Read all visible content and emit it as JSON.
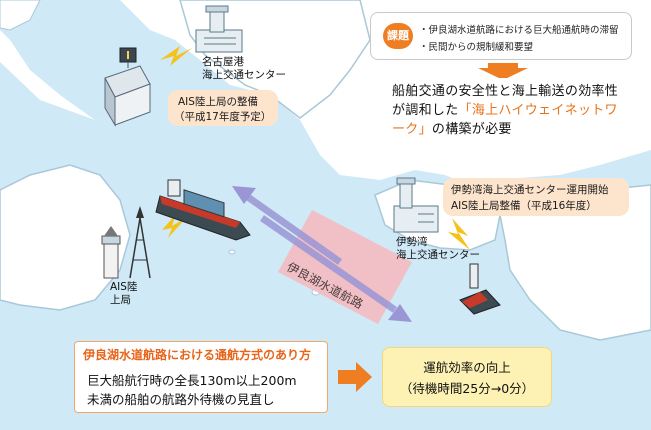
{
  "issue": {
    "badge": "課題",
    "items": [
      "・伊良湖水道航路における巨大船通航時の滞留",
      "・民間からの規制緩和要望"
    ]
  },
  "main_goal": {
    "line1": "船舶交通の安全性と海上輸送の効率性",
    "line2_prefix": "が調和した",
    "line2_highlight": "「海上ハイウェイネットワ",
    "line3_highlight": "ーク」",
    "line3_suffix": "の構築が必要"
  },
  "nagoya": {
    "name_line1": "名古屋港",
    "name_line2": "海上交通センター",
    "callout_line1": "AIS陸上局の整備",
    "callout_line2": "（平成17年度予定）"
  },
  "isewan": {
    "callout_line1": "伊勢湾海上交通センター運用開始",
    "callout_line2": "AIS陸上局整備（平成16年度）",
    "name_line1": "伊勢湾",
    "name_line2": "海上交通センター"
  },
  "ais_station": {
    "line1": "AIS陸",
    "line2": "上局"
  },
  "route_label": "伊良湖水道航路",
  "bottom": {
    "title": "伊良湖水道航路における通航方式のあり方",
    "line1": "巨大船航行時の全長130m以上200m",
    "line2": "未満の船舶の航路外待機の見直し"
  },
  "result": {
    "line1": "運航効率の向上",
    "line2": "（待機時間25分→0分）"
  },
  "colors": {
    "sea": "#cfe9f6",
    "land": "#ffffff",
    "coast": "#a9c8d8",
    "accent": "#ef7d22",
    "callout": "#fde4cc",
    "route_band": "#f6b8bd",
    "arrow": "#9a96d6"
  }
}
